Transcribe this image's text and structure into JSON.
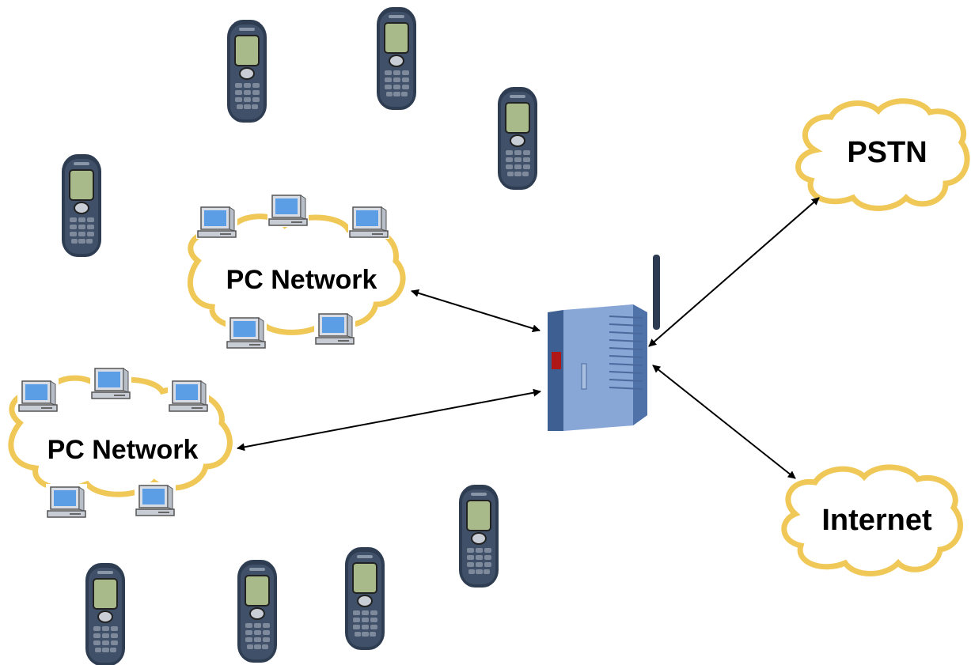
{
  "labels": {
    "pc_network_top": "PC Network",
    "pc_network_bottom": "PC Network",
    "pstn": "PSTN",
    "internet": "Internet"
  },
  "colors": {
    "cloud_stroke": "#f0c858",
    "cloud_fill": "#ffffff",
    "device_blue": "#6f93c8",
    "phone_body": "#2f3d52",
    "phone_screen": "#a8b98a",
    "monitor_screen": "#5c9ee6"
  },
  "icons": {
    "phone": "mobile-phone-icon",
    "computer": "desktop-computer-icon",
    "router": "wireless-gateway-icon",
    "cloud": "cloud-icon"
  }
}
